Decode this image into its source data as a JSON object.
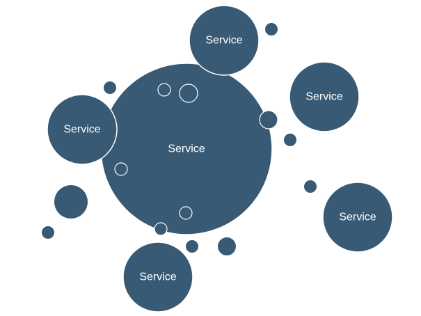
{
  "colors": {
    "bubble_fill": "#385a74",
    "bubble_stroke": "#ffffff",
    "background": "#ffffff"
  },
  "diagram": {
    "center": {
      "label": "Service"
    },
    "satellites": [
      {
        "label": "Service"
      },
      {
        "label": "Service"
      },
      {
        "label": "Service"
      },
      {
        "label": "Service"
      },
      {
        "label": "Service"
      }
    ]
  }
}
